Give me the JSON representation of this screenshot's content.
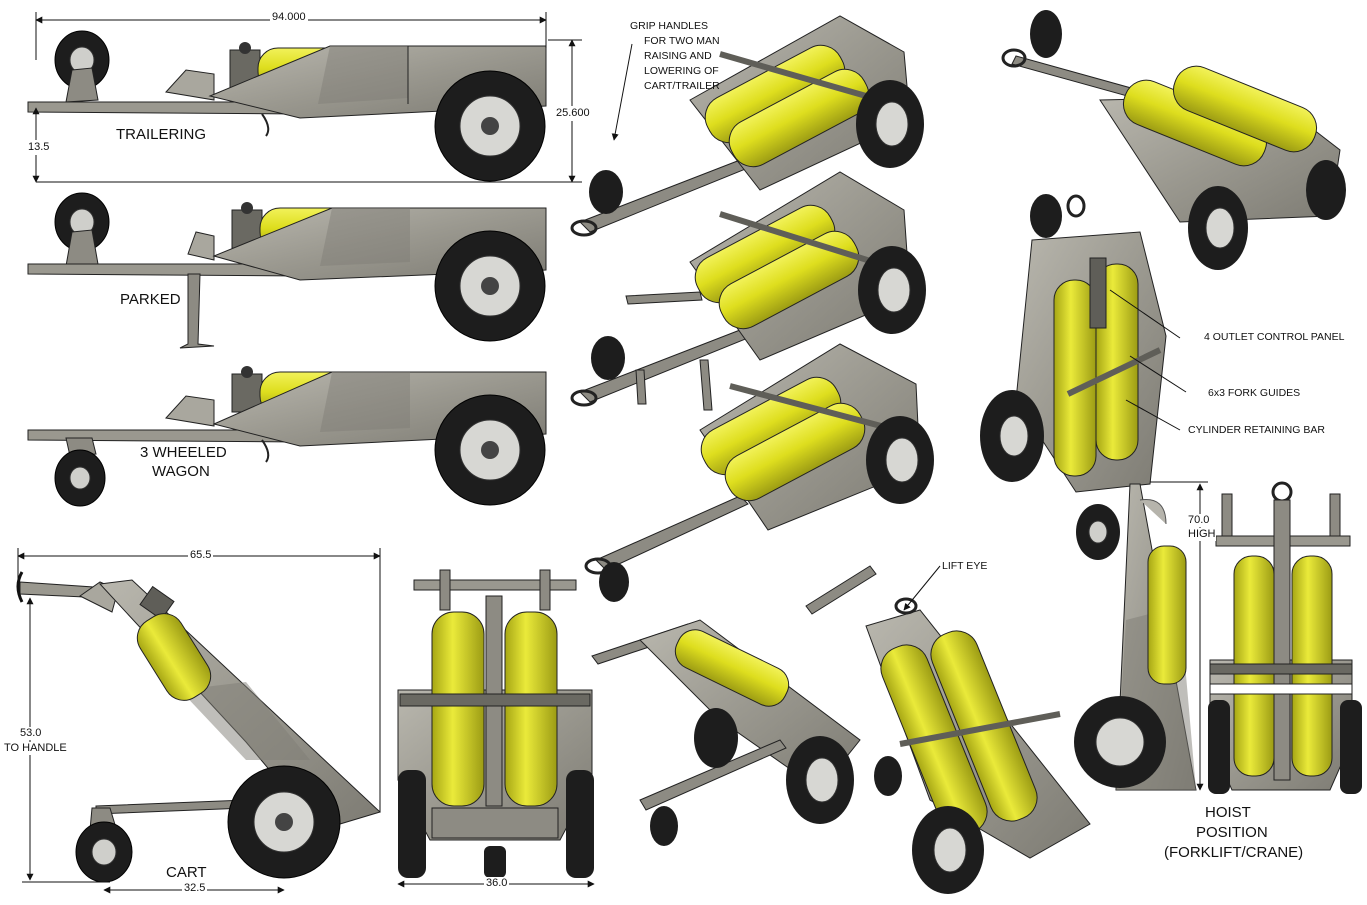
{
  "colors": {
    "cylinder": "#dede1e",
    "cylinder_shade": "#a7a718",
    "frame": "#9a9890",
    "frame_dark": "#5f5e58",
    "frame_light": "#c6c4bc",
    "tire": "#1d1d1d",
    "hub": "#d7d7d3",
    "outline": "#1a1a1a"
  },
  "labels": {
    "trailering": "TRAILERING",
    "parked": "PARKED",
    "wagon_line1": "3 WHEELED",
    "wagon_line2": "WAGON",
    "cart": "CART",
    "hoist_line1": "HOIST",
    "hoist_line2": "POSITION",
    "hoist_line3": "(FORKLIFT/CRANE)"
  },
  "dimensions": {
    "trailer_length": "94.000",
    "trailer_height": "25.600",
    "tongue_height": "13.5",
    "cart_length": "65.5",
    "cart_handle_height_line1": "53.0",
    "cart_handle_height_line2": "TO HANDLE",
    "cart_wheelbase": "32.5",
    "width": "36.0",
    "hoist_height_line1": "70.0",
    "hoist_height_line2": "HIGH"
  },
  "callouts": {
    "grip_handles": [
      "GRIP HANDLES",
      "FOR TWO MAN",
      "RAISING AND",
      "LOWERING OF",
      "CART/TRAILER"
    ],
    "control_panel": "4 OUTLET CONTROL PANEL",
    "fork_guides": "6x3 FORK GUIDES",
    "retaining_bar": "CYLINDER RETAINING BAR",
    "lift_eye": "LIFT EYE"
  }
}
